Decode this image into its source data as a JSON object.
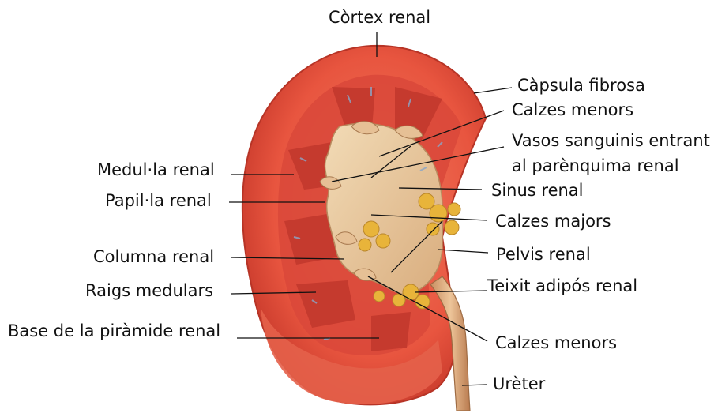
{
  "title": "",
  "labels": {
    "cortex_renal": "Còrtex renal",
    "capsula_fibrosa": "Càpsula fibrosa",
    "calzes_menors_top": "Calzes menors",
    "vasos_line1": "Vasos sanguinis entrant",
    "vasos_line2": "al parènquima renal",
    "sinus_renal": "Sinus renal",
    "calzes_majors": "Calzes majors",
    "pelvis_renal": "Pelvis renal",
    "teixit_adipos": "Teixit adipós renal",
    "calzes_menors_bottom": "Calzes menors",
    "ureter": "Urèter",
    "medulla_renal": "Medul·la renal",
    "papilla_renal": "Papil·la renal",
    "columna_renal": "Columna renal",
    "raigs_medulars": "Raigs medulars",
    "base_piramide": "Base de la piràmide renal"
  },
  "colors": {
    "cortex": "#e8553f",
    "cortex_dark": "#c7392b",
    "pyramid": "#d44a36",
    "sinus": "#e9c9a0",
    "fat": "#e8b43a",
    "ureter": "#d9a77a",
    "capsule": "#f08a70"
  }
}
